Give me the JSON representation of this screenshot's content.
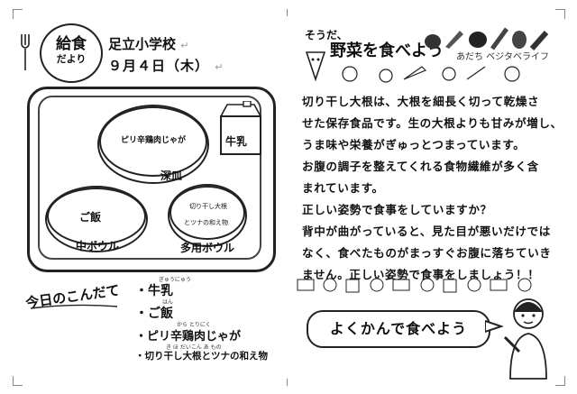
{
  "header": {
    "logo_line1": "給食",
    "logo_line2": "だより",
    "school": "足立小学校",
    "date": "９月４日（木）"
  },
  "tray": {
    "bowl_big_dish": "ピリ辛鶏肉じゃが",
    "bowl_big_label": "深皿",
    "rice_dish": "ご飯",
    "rice_label": "中ボウル",
    "multi_dish_1": "切り干し大根",
    "multi_dish_2": "とツナの和え物",
    "multi_label": "多用ボウル",
    "milk_label": "牛乳"
  },
  "today": {
    "title": "今日のこんだて",
    "items": [
      {
        "text": "・牛乳",
        "ruby": "ぎゅうにゅう"
      },
      {
        "text": "・ご飯",
        "ruby": "はん"
      },
      {
        "text": "・ピリ辛鶏肉じゃが",
        "ruby": "から とりにく"
      },
      {
        "text": "・切り干し大根とツナの和え物",
        "ruby": "き ほ だいこん あ もの"
      }
    ]
  },
  "article": {
    "kicker": "そうだ、",
    "title": "野菜を食べよう",
    "subtitle": "あだち ベジタベライフ",
    "lines": [
      "切り干し大根は、大根を細長く切って乾燥さ",
      "せた保存食品です。生の大根よりも甘みが増し、",
      "うま味や栄養がぎゅっとつまっています。",
      "お腹の調子を整えてくれる食物繊維が多く含",
      "まれています。",
      "正しい姿勢で食事をしていますか？",
      "背中が曲がっていると、見た目が悪いだけでは",
      "なく、食べたものがまっすぐお腹に落ちていき",
      "ません。正しい姿勢で食事をしましょう！！"
    ],
    "banner": "よくかんで食べよう"
  }
}
